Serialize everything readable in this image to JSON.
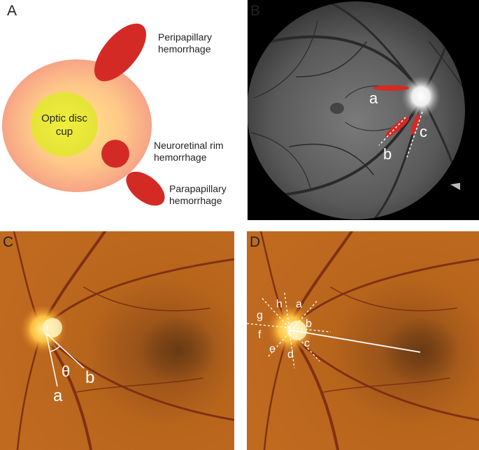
{
  "figure": {
    "panels": {
      "a": {
        "label": "A",
        "cup_label": "Optic disc cup",
        "peripapillary_label": "Peripapillary hemorrhage",
        "neuroretinal_label": "Neuroretinal rim hemorrhage",
        "parapapillary_label": "Parapapillary hemorrhage"
      },
      "b": {
        "label": "B",
        "marker_a": "a",
        "marker_b": "b",
        "marker_c": "c"
      },
      "c": {
        "label": "C",
        "marker_a": "a",
        "marker_b": "b",
        "marker_theta": "θ"
      },
      "d": {
        "label": "D",
        "sectors": [
          "a",
          "b",
          "c",
          "d",
          "e",
          "f",
          "g",
          "h"
        ]
      }
    },
    "colors": {
      "hemorrhage": "#d42a26",
      "disc_outer": "#f7a88a",
      "disc_inner": "#ffd58a",
      "cup": "#e8e63a"
    }
  }
}
